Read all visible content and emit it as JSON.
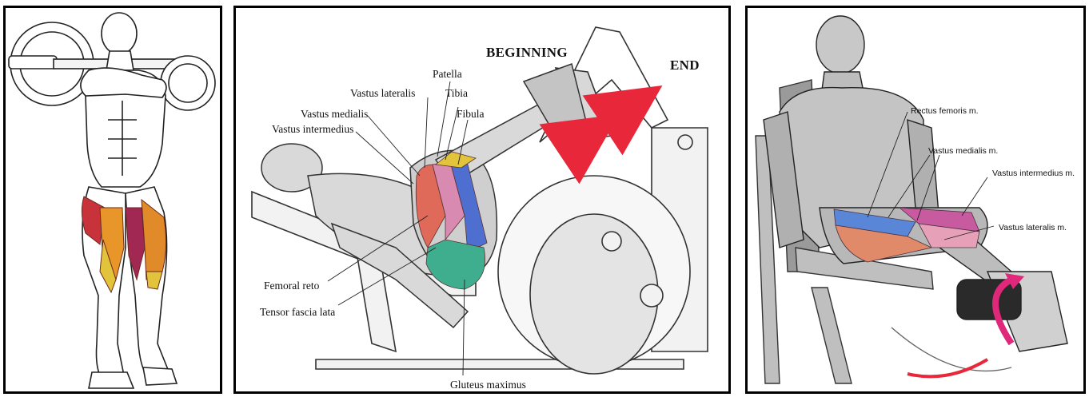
{
  "panels": [
    {
      "id": "front-squat",
      "labels": {}
    },
    {
      "id": "leg-press",
      "labels": {
        "beginning": "BEGINNING",
        "end": "END",
        "patella": "Patella",
        "vastus_lateralis": "Vastus lateralis",
        "tibia": "Tibia",
        "vastus_medialis": "Vastus medialis",
        "fibula": "Fibula",
        "vastus_intermedius": "Vastus intermedius",
        "femoral_reto": "Femoral reto",
        "tensor_fascia_lata": "Tensor fascia lata",
        "gluteus_maximus": "Gluteus maximus"
      }
    },
    {
      "id": "leg-extension",
      "labels": {
        "rectus_femoris": "Rectus femoris m.",
        "vastus_medialis": "Vastus medialis m.",
        "vastus_intermedius": "Vastus intermedius m.",
        "vastus_lateralis": "Vastus lateralis m."
      }
    }
  ],
  "colors": {
    "border": "#000000",
    "muscle_red": "#c8323a",
    "muscle_orange": "#e8962a",
    "muscle_yellow": "#e2c43c",
    "arrow_red": "#e8283a",
    "arrow_magenta": "#e0287a",
    "muscle_blue": "#4f6fd0",
    "muscle_green": "#3fae8f"
  }
}
